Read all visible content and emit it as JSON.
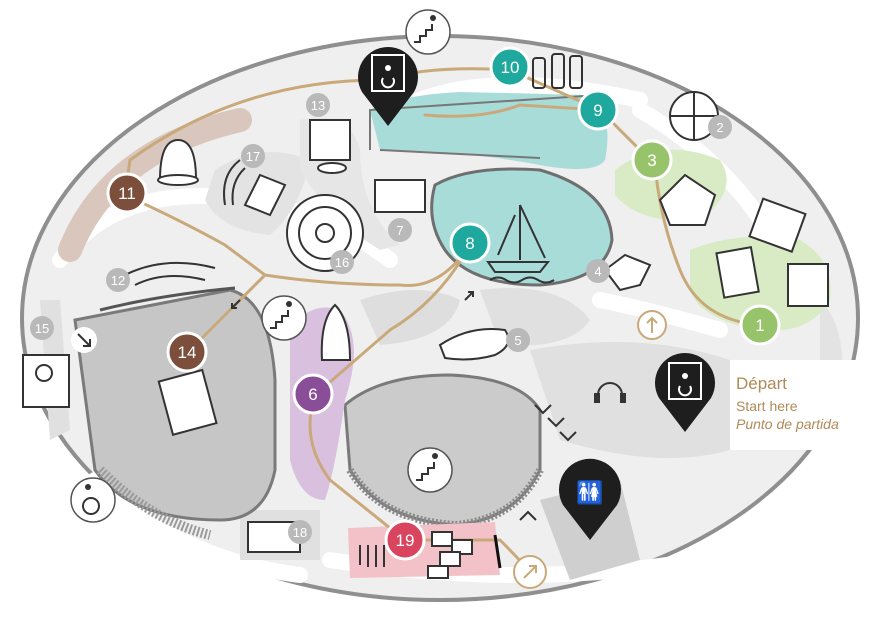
{
  "legend": {
    "fr": "Départ",
    "en": "Start here",
    "es": "Punto de partida"
  },
  "colors": {
    "route": "#c9a97a",
    "teal": "#1fa99e",
    "teal_area": "#a8dcd9",
    "green": "#97c46a",
    "green_area": "#d8ebc4",
    "brown": "#7b4f3b",
    "purple": "#8a4d98",
    "purple_area": "#d9c0df",
    "pink": "#d9445e",
    "pink_area": "#f2c2c8",
    "grey_number": "#b9b9b9",
    "floor": "#eeeeee",
    "zone": "#c9c9c9"
  },
  "stops": {
    "s1": "1",
    "s2": "2",
    "s3": "3",
    "s4": "4",
    "s5": "5",
    "s6": "6",
    "s7": "7",
    "s8": "8",
    "s9": "9",
    "s10": "10",
    "s11": "11",
    "s12": "12",
    "s13": "13",
    "s14": "14",
    "s15": "15",
    "s16": "16",
    "s17": "17",
    "s18": "18",
    "s19": "19"
  },
  "icons": {
    "elevator": "elevator-accessible-icon",
    "toilets": "toilets-icon",
    "stairs": "stairs-icon",
    "wheelchair": "wheelchair-icon",
    "headphones": "headphones-icon",
    "arrow": "direction-arrow-icon"
  }
}
